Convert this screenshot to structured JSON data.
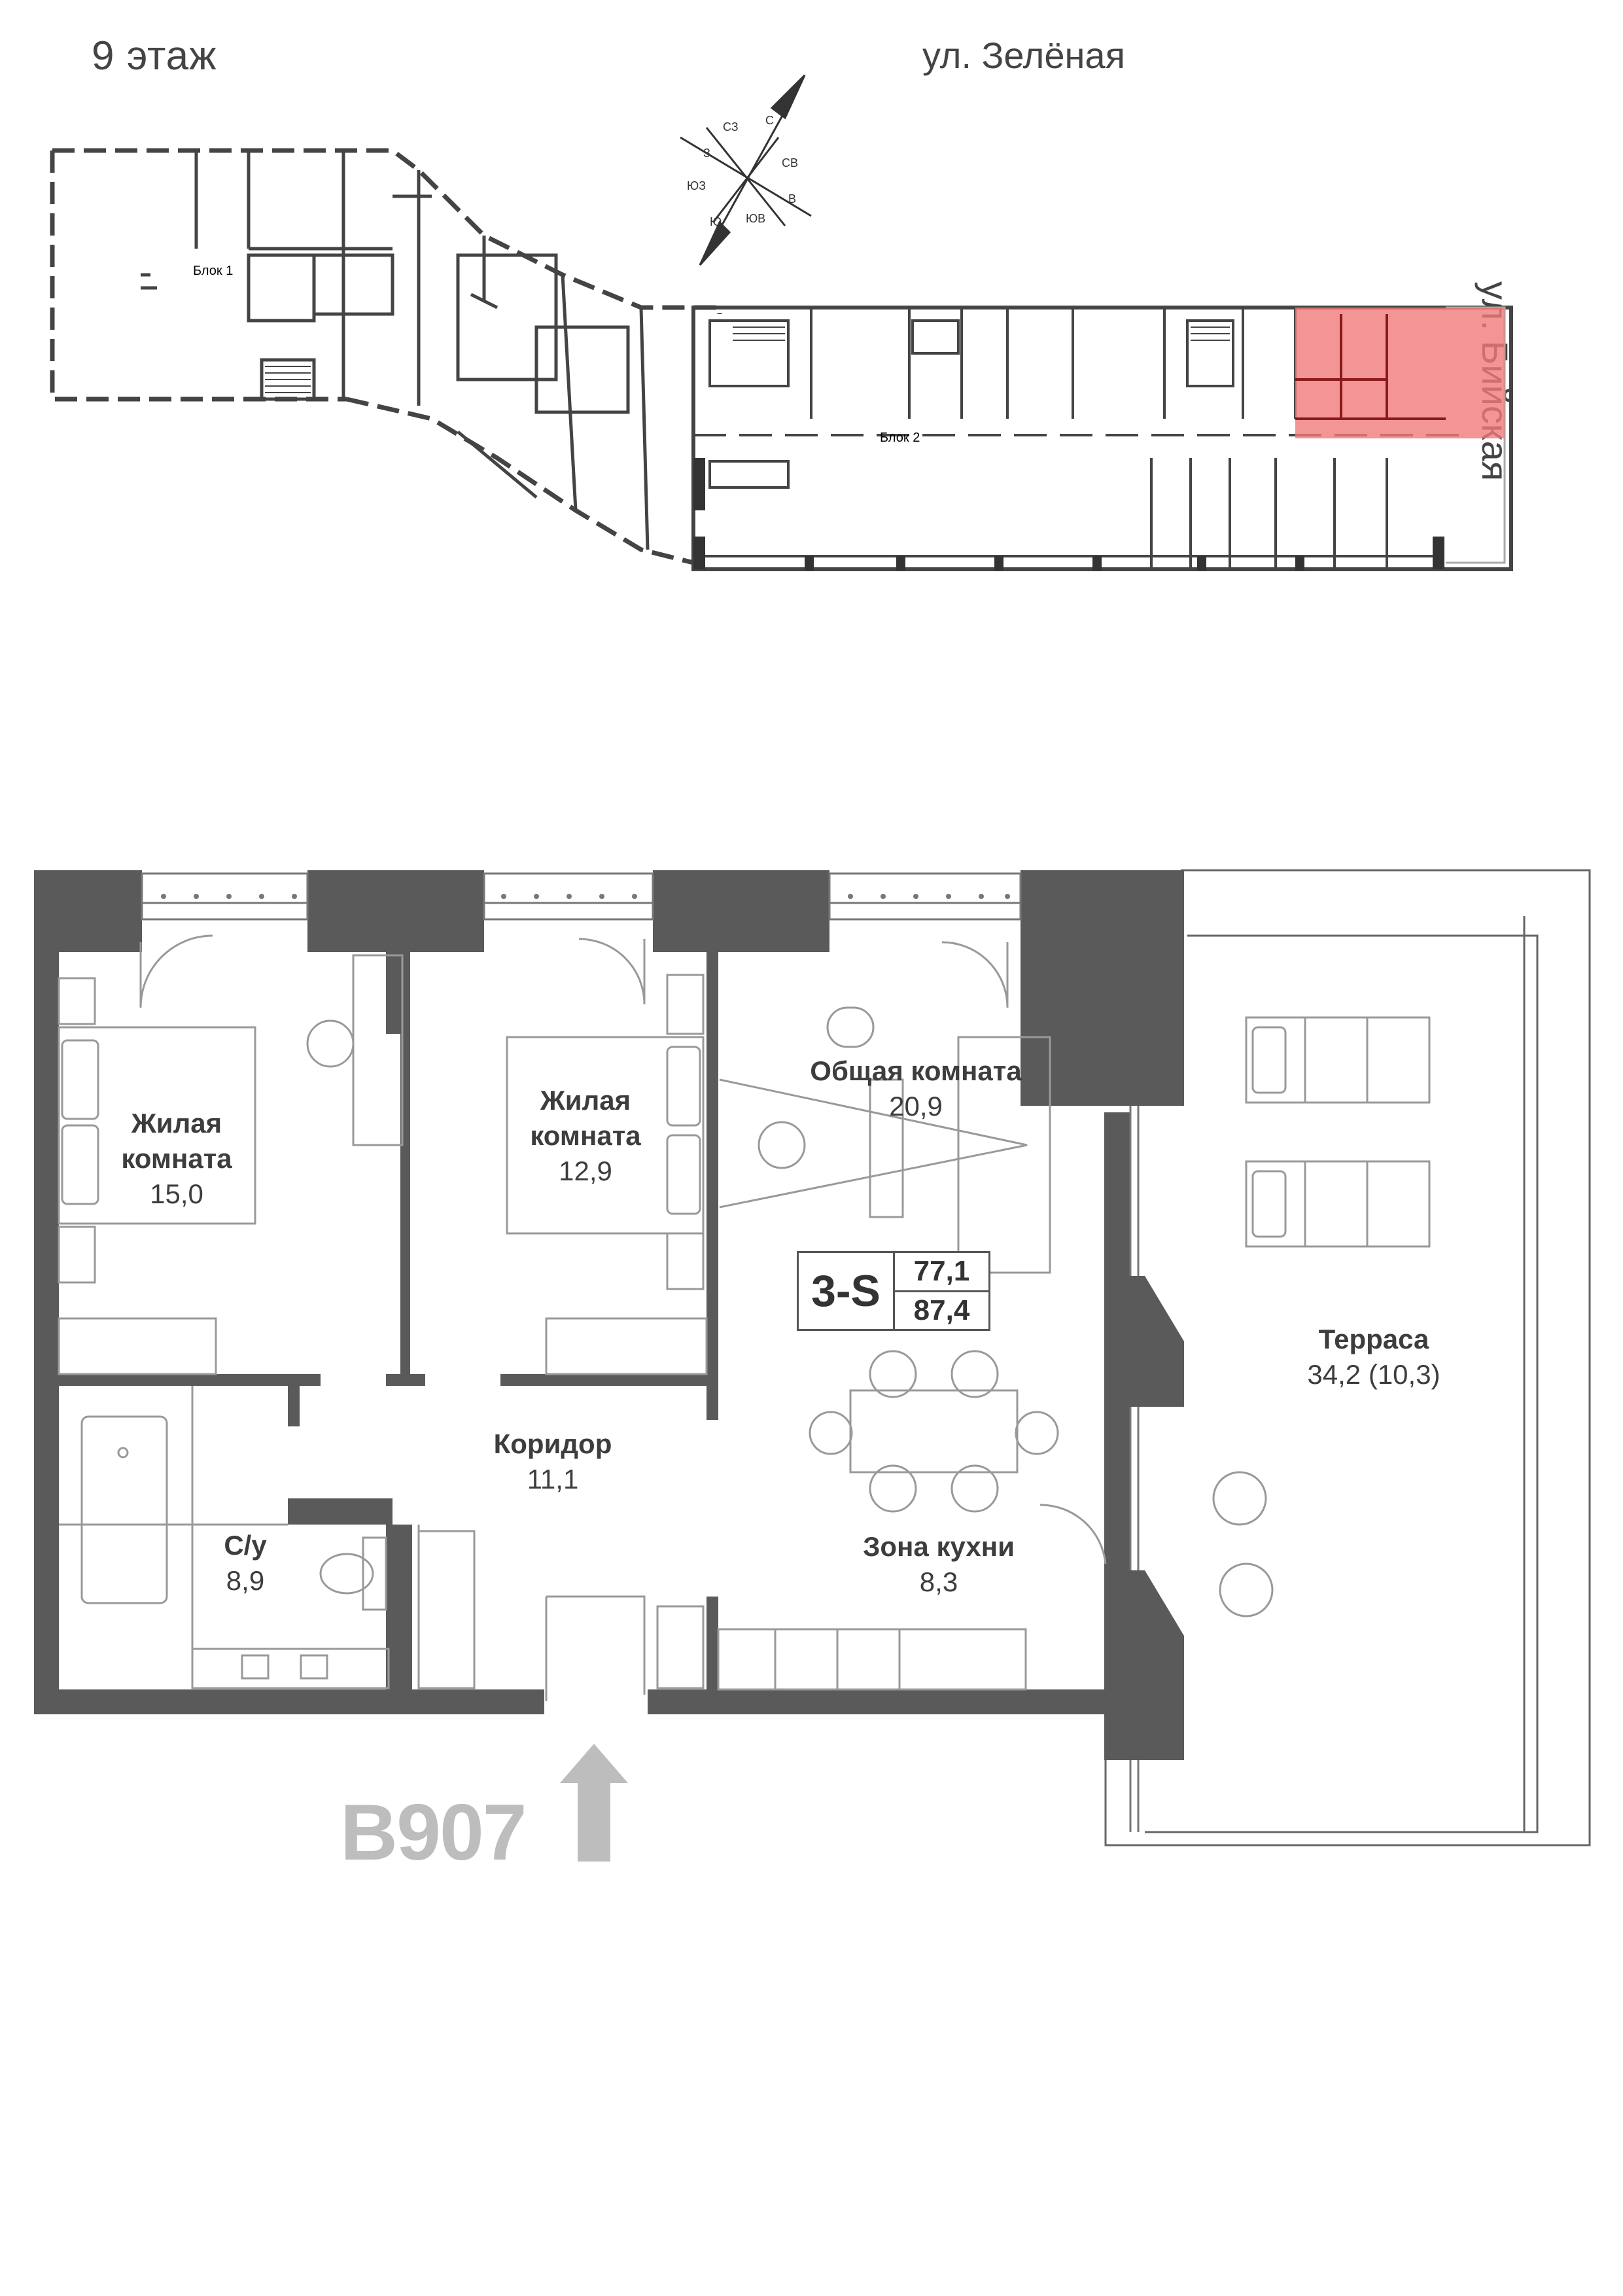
{
  "header": {
    "floor": "9 этаж",
    "street_top": "ул. Зелёная",
    "street_right": "ул. Бийская"
  },
  "site_plan": {
    "block1": "Блок 1",
    "block2": "Блок 2",
    "highlight_color": "#f07a7a",
    "compass": {
      "n": "С",
      "s": "Ю",
      "e": "В",
      "w": "З",
      "ne": "СВ",
      "nw": "СЗ",
      "se": "ЮВ",
      "sw": "ЮЗ"
    }
  },
  "rooms": {
    "bedroom1": {
      "name_line1": "Жилая",
      "name_line2": "комната",
      "area": "15,0"
    },
    "bedroom2": {
      "name_line1": "Жилая",
      "name_line2": "комната",
      "area": "12,9"
    },
    "living": {
      "name": "Общая комната",
      "area": "20,9"
    },
    "corridor": {
      "name": "Коридор",
      "area": "11,1"
    },
    "bathroom": {
      "name": "С/у",
      "area": "8,9"
    },
    "kitchen": {
      "name": "Зона кухни",
      "area": "8,3"
    },
    "terrace": {
      "name": "Терраса",
      "area": "34,2 (10,3)"
    }
  },
  "apartment": {
    "type": "3-S",
    "area_living": "77,1",
    "area_total": "87,4",
    "id": "B907"
  },
  "colors": {
    "wall": "#5a5a5a",
    "id_gray": "#bdbdbd"
  }
}
